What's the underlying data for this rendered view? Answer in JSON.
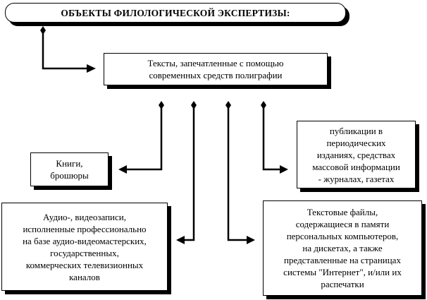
{
  "title": "ОБЪЕКТЫ ФИЛОЛОГИЧЕСКОЙ ЭКСПЕРТИЗЫ:",
  "top_node": {
    "lines": [
      "Тексты, запечатленные с помощью",
      "современных средств полиграфии"
    ]
  },
  "nodes": {
    "books": {
      "lines": [
        "Книги,",
        "брошюры"
      ]
    },
    "periodicals": {
      "lines": [
        "публикации в",
        "периодических",
        "изданиях, средствах",
        "массовой информации",
        "- журналах, газетах"
      ]
    },
    "audio": {
      "lines": [
        "Аудио-, видеозаписи,",
        "исполненные профессионально",
        "на базе аудио-видеомастерских,",
        "государственных,",
        "коммерческих телевизионных",
        "каналов"
      ]
    },
    "text_files": {
      "lines": [
        "Текстовые файлы,",
        "содержащиеся в памяти",
        "персональных компьютеров,",
        "на дискетах, а также",
        "представленные на страницах",
        "системы \"Интернет\", и/или их",
        "распечатки"
      ]
    }
  },
  "edges": [
    {
      "from": "title",
      "to": "top_node"
    },
    {
      "from": "top_node",
      "to": "books"
    },
    {
      "from": "top_node",
      "to": "audio"
    },
    {
      "from": "top_node",
      "to": "text_files"
    },
    {
      "from": "top_node",
      "to": "periodicals"
    }
  ]
}
